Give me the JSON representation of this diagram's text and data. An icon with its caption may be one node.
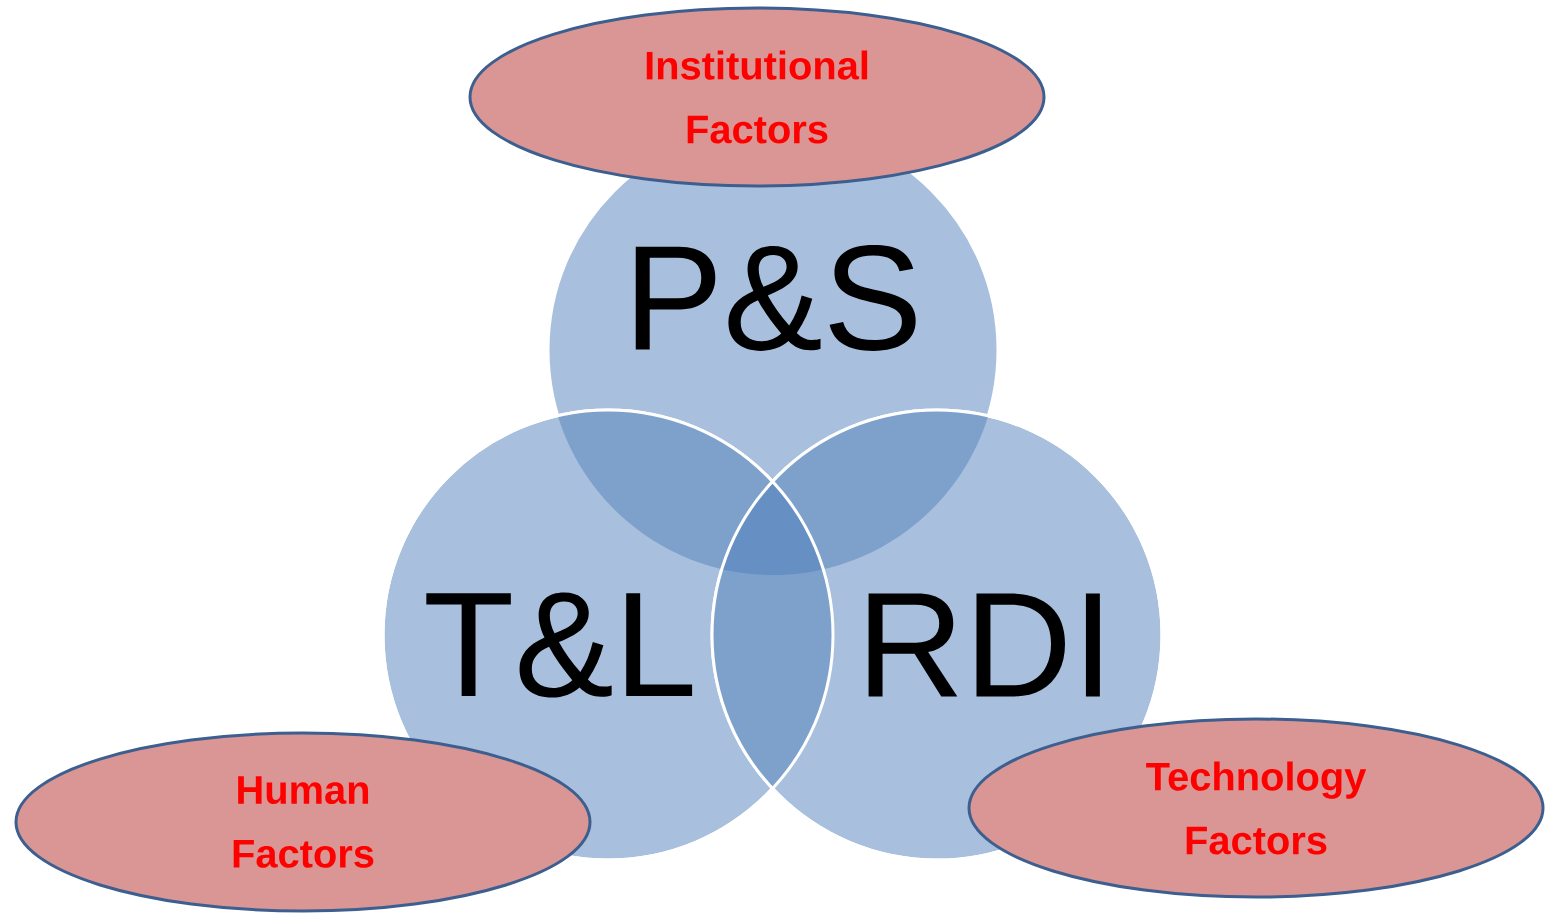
{
  "diagram": {
    "nodes": [
      {
        "text": [
          "Institutional Factors"
        ]
      },
      {
        "text": [
          "P&S"
        ]
      },
      {
        "text": [
          "T&L"
        ]
      },
      {
        "text": [
          "RDI"
        ]
      },
      {
        "text": [
          "Human Factors"
        ]
      },
      {
        "text": [
          "Technology Factors"
        ]
      }
    ]
  }
}
